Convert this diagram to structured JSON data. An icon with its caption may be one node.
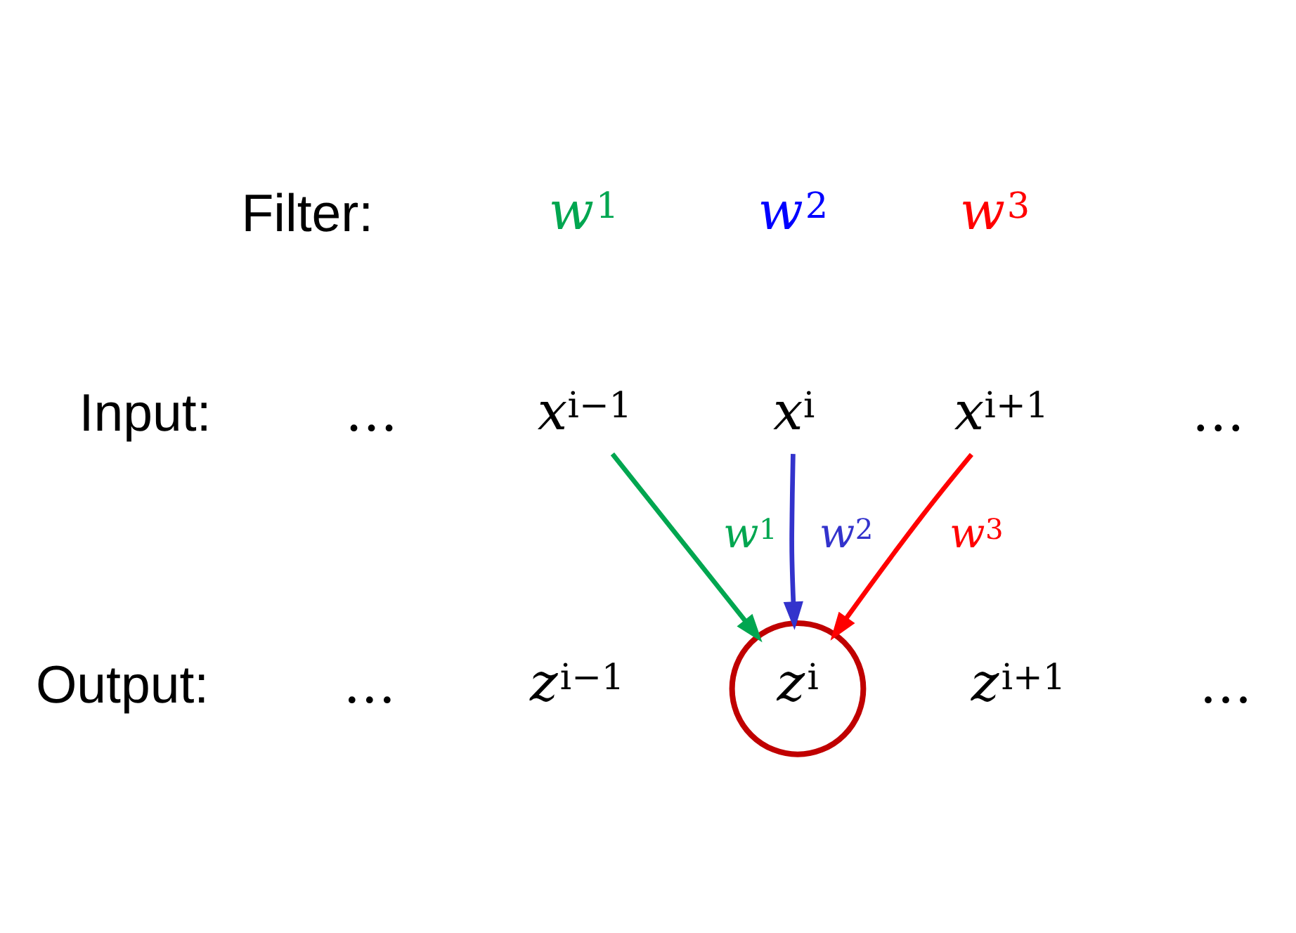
{
  "diagram": {
    "nodes": [
      {
        "text": [
          "*x*$^{i−1}$"
        ]
      },
      {
        "text": [
          "*x*$^{i}$"
        ]
      },
      {
        "text": [
          "*x*$^{i+1}$"
        ]
      },
      {
        "text": [
          "*z*$^{i}$"
        ]
      }
    ],
    "edges": [
      {
        "from": 0,
        "to": 3,
        "arrow": "to",
        "label": "*w*$^{1}$",
        "color": "#00a650"
      },
      {
        "from": 1,
        "to": 3,
        "arrow": "to",
        "label": "*w*$^{2}$",
        "color": "#3333cc"
      },
      {
        "from": 2,
        "to": 3,
        "arrow": "to",
        "label": "*w*$^{3}$",
        "color": "#ff0000"
      }
    ],
    "labels": [
      "Filter:",
      "*w*$^{1}$",
      "*w*$^{2}$",
      "*w*$^{3}$",
      "Input:",
      "…",
      "…",
      "Output:",
      "…",
      "*z*$^{i−1}$",
      "*z*$^{i+1}$",
      "…"
    ]
  }
}
